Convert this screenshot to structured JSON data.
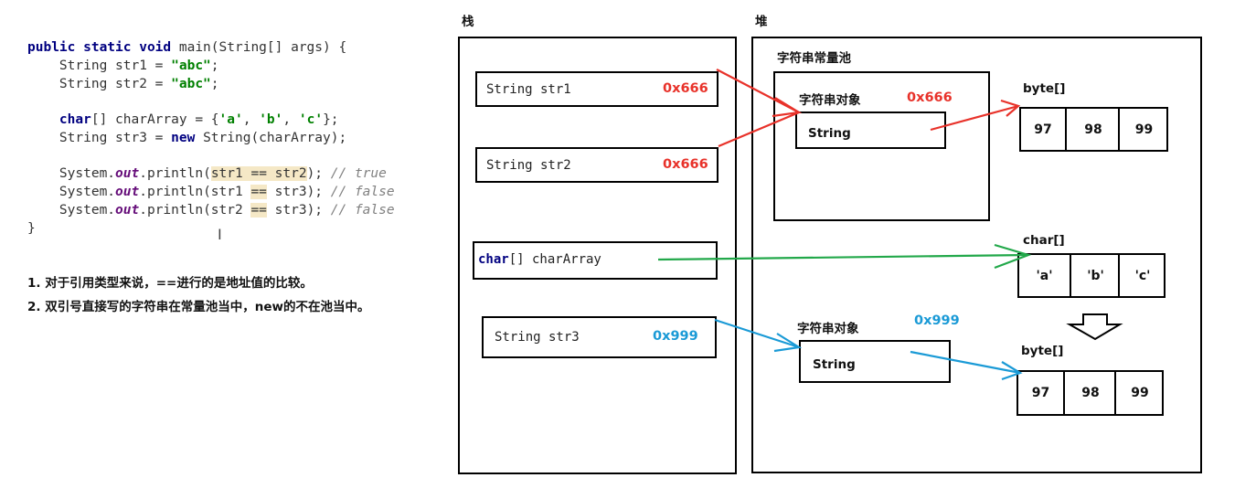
{
  "code": {
    "line1": {
      "kw": "public static void",
      "rest": " main(String[] args) {"
    },
    "line2": {
      "pre": "    String str1 = ",
      "str": "\"abc\"",
      "post": ";"
    },
    "line3": {
      "pre": "    String str2 = ",
      "str": "\"abc\"",
      "post": ";"
    },
    "line4": {
      "pre": "    ",
      "kw": "char",
      "mid": "[] charArray = {",
      "s1": "'a'",
      "c1": ", ",
      "s2": "'b'",
      "c2": ", ",
      "s3": "'c'",
      "post": "};"
    },
    "line5": {
      "pre": "    String str3 = ",
      "kw": "new",
      "post": " String(charArray);"
    },
    "line6": {
      "pre": "    System.",
      "fld": "out",
      "mid": ".println(",
      "hl": "str1 == str2",
      "post": "); ",
      "cmt": "// true"
    },
    "line7": {
      "pre": "    System.",
      "fld": "out",
      "mid": ".println(str1 ",
      "hl": "==",
      "post": " str3); ",
      "cmt": "// false"
    },
    "line8": {
      "pre": "    System.",
      "fld": "out",
      "mid": ".println(str2 ",
      "hl": "==",
      "post": " str3); ",
      "cmt": "// false"
    },
    "line9": "}",
    "cursor": "I"
  },
  "notes": [
    "1. 对于引用类型来说，==进行的是地址值的比较。",
    "2. 双引号直接写的字符串在常量池当中，new的不在池当中。"
  ],
  "stack": {
    "label": "栈",
    "items": [
      {
        "name": "String str1",
        "addr": "0x666"
      },
      {
        "name": "String str2",
        "addr": "0x666"
      },
      {
        "kw": "char",
        "name": "[] charArray"
      },
      {
        "name": "String str3",
        "addr": "0x999"
      }
    ]
  },
  "heap": {
    "label": "堆",
    "pool_label": "字符串常量池",
    "pool_obj": {
      "label": "字符串对象",
      "addr": "0x666",
      "inner": "String"
    },
    "byte1": {
      "label": "byte[]",
      "values": [
        "97",
        "98",
        "99"
      ]
    },
    "chars": {
      "label": "char[]",
      "values": [
        "'a'",
        "'b'",
        "'c'"
      ]
    },
    "obj2": {
      "label": "字符串对象",
      "addr": "0x999",
      "inner": "String"
    },
    "byte2": {
      "label": "byte[]",
      "values": [
        "97",
        "98",
        "99"
      ]
    }
  },
  "colors": {
    "red": "#e8322a",
    "green": "#22a84a",
    "blue": "#1a9ad6"
  }
}
